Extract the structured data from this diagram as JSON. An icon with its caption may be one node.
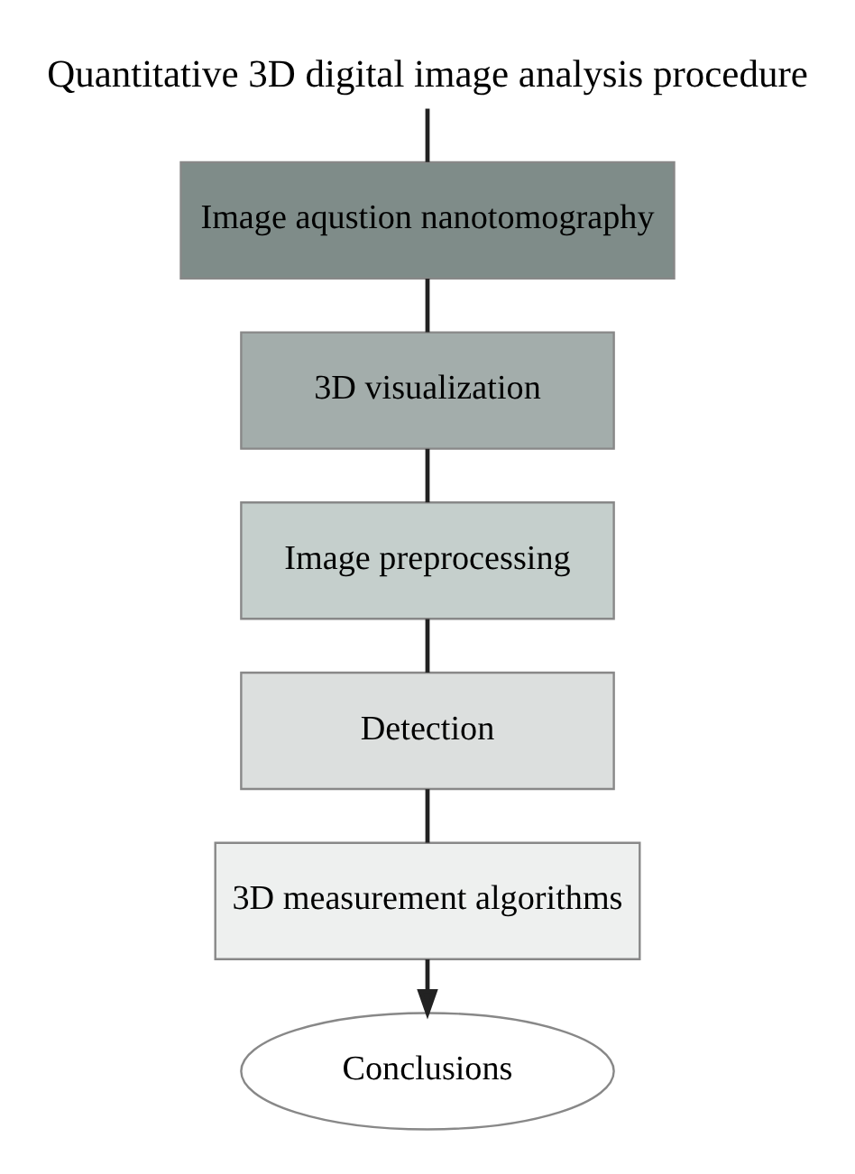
{
  "diagram": {
    "title": "Quantitative 3D digital image analysis procedure",
    "nodes": [
      {
        "text": [
          "Image aqustion nanotomography"
        ]
      },
      {
        "text": [
          "3D visualization"
        ]
      },
      {
        "text": [
          "Image preprocessing"
        ]
      },
      {
        "text": [
          "Detection"
        ]
      },
      {
        "text": [
          "3D measurement algorithms"
        ]
      },
      {
        "text": [
          "Conclusions"
        ]
      }
    ],
    "edges": [
      {
        "from": null,
        "to": 0,
        "arrow": "none"
      },
      {
        "from": 0,
        "to": 1,
        "arrow": "none"
      },
      {
        "from": 1,
        "to": 2,
        "arrow": "none"
      },
      {
        "from": 2,
        "to": 3,
        "arrow": "none"
      },
      {
        "from": 3,
        "to": 4,
        "arrow": "none"
      },
      {
        "from": 4,
        "to": 5,
        "arrow": "to"
      }
    ]
  }
}
